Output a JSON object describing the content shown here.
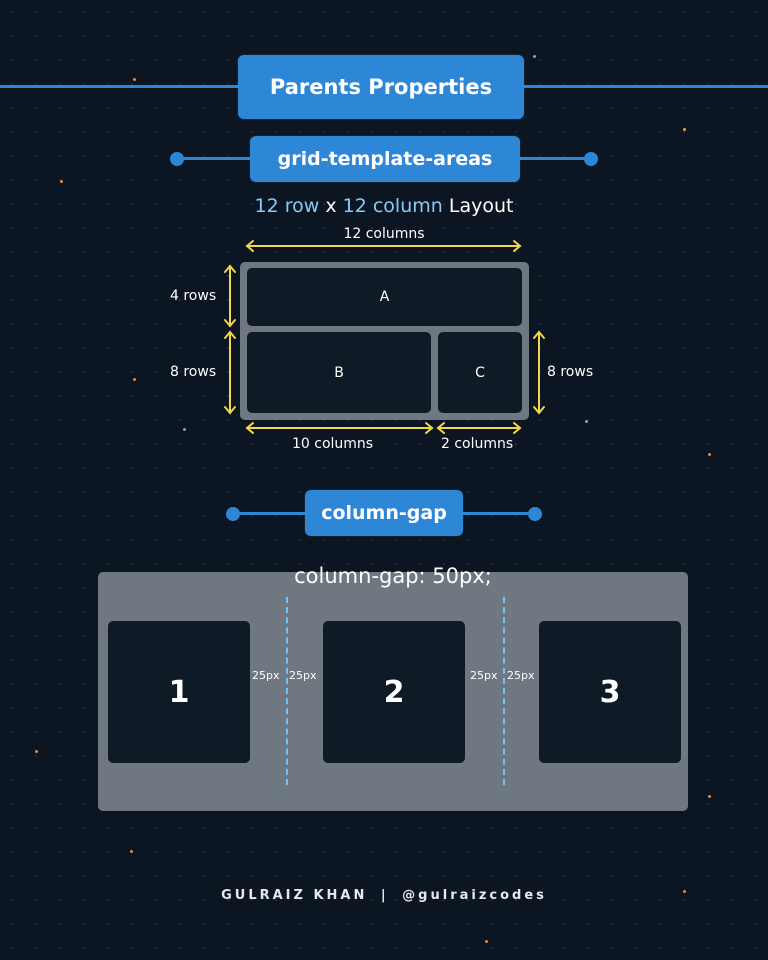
{
  "header": {
    "title": "Parents Properties"
  },
  "section_areas": {
    "title": "grid-template-areas",
    "layout_title": {
      "part1": "12 row",
      "x": " x ",
      "part2": "12 column",
      "part3": " Layout"
    },
    "labels": {
      "top": "12 columns",
      "rows_a": "4 rows",
      "rows_b": "8 rows",
      "rows_c": "8 rows",
      "cols_b": "10 columns",
      "cols_c": "2 columns"
    },
    "cells": {
      "a": "A",
      "b": "B",
      "c": "C"
    }
  },
  "section_gap": {
    "title": "column-gap",
    "caption": "column-gap: 50px;",
    "items": [
      "1",
      "2",
      "3"
    ],
    "half_gap": "25px"
  },
  "footer": {
    "name": "GULRAIZ KHAN",
    "sep": "|",
    "handle": "@gulraizcodes"
  },
  "colors": {
    "accent": "#2d86d6",
    "highlight": "#8cc8f5",
    "arrow": "#f2d64b",
    "panel": "#6f7880",
    "box": "#0e1a25"
  }
}
